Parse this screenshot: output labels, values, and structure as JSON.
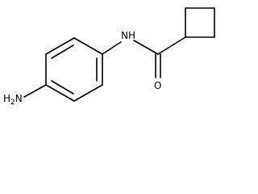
{
  "molecule": {
    "atoms": {
      "amine_nitrogen": {
        "symbol": "H",
        "subscript": "2",
        "symbol2": "N"
      },
      "amide_nitrogen": {
        "symbol": "N",
        "hydrogen": "H"
      },
      "carbonyl_oxygen": {
        "symbol": "O"
      }
    }
  },
  "colors": {
    "bond": "#000000",
    "label": "#000000",
    "background": "#ffffff"
  }
}
